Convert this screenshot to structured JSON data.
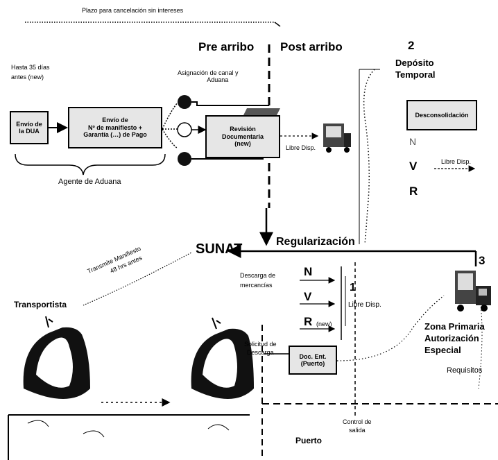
{
  "header": {
    "title": "Plazo para cancelación sin intereses"
  },
  "phases": {
    "pre": "Pre arribo",
    "post": "Post arribo"
  },
  "left": {
    "days": [
      "Hasta 35 días",
      "antes (new)"
    ],
    "box_dua": [
      "Envío de",
      "la DUA"
    ],
    "box_manifest": [
      "Envío de",
      "Nº de manifiesto +",
      "Garantía (…) de Pago"
    ],
    "agent": "Agente de Aduana",
    "channel": [
      "Asignación de canal y",
      "Aduana"
    ],
    "revision": [
      "Revisión",
      "Documentaria",
      "(new)"
    ],
    "libre_disp_small": "Libre Disp."
  },
  "deposit": {
    "number": "2",
    "title": [
      "Depósito",
      "Temporal"
    ],
    "box": "Desconsolidación",
    "n": "N",
    "v": "V",
    "r": "R",
    "libre": "Libre Disp."
  },
  "center": {
    "sunat": "SUNAT",
    "regularizacion": "Regularización",
    "transmite": [
      "Transmite Manifiesto",
      "48 hrs antes"
    ],
    "transportista": "Transportista",
    "descarga": [
      "Descarga de",
      "mercancías"
    ],
    "n": "N",
    "v": "V",
    "r": "R",
    "r_new": "(new)",
    "one": "1",
    "libre": "Libre Disp.",
    "solicitud": [
      "Solicitud de",
      "Descarga"
    ],
    "box_puerto": [
      "Doc. Ent.",
      "(Puerto)"
    ],
    "control": [
      "Control de",
      "salida"
    ],
    "puerto": "Puerto"
  },
  "zone": {
    "number": "3",
    "title": [
      "Zona Primaria",
      "Autorización",
      "Especial"
    ],
    "requisitos": "Requisitos"
  }
}
